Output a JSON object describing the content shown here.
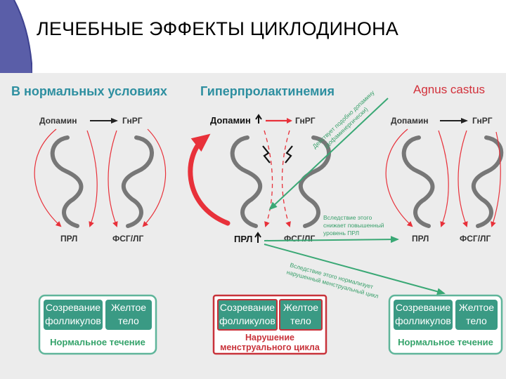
{
  "title": "ЛЕЧЕБНЫЕ  ЭФФЕКТЫ  ЦИКЛОДИНОНА",
  "colors": {
    "accent": "#2e8fa0",
    "arrow_red": "#e8313a",
    "arrow_green": "#3aa875",
    "box_fill": "#3a9a84"
  },
  "panels": {
    "normal": {
      "heading": "В нормальных условиях",
      "dopamine": "Допамин",
      "gnrg": "ГнРГ",
      "prl": "ПРЛ",
      "fsg": "ФСГ/ЛГ",
      "box_left": [
        "Созревание",
        "фолликулов"
      ],
      "box_right": [
        "Желтое",
        "тело"
      ],
      "flow": "Нормальное течение"
    },
    "hyper": {
      "heading": "Гиперпролактинемия",
      "dopamine": "Допамин",
      "gnrg": "ГнРГ",
      "prl": "ПРЛ",
      "fsg": "ФСГ/ЛГ",
      "box_left": [
        "Созревание",
        "фолликулов"
      ],
      "box_right": [
        "Желтое",
        "тело"
      ],
      "flow": [
        "Нарушение",
        "менструального цикла"
      ]
    },
    "agnus": {
      "heading": "Agnus castus",
      "dopamine": "Допамин",
      "gnrg": "ГнРГ",
      "prl": "ПРЛ",
      "fsg": "ФСГ/ЛГ",
      "box_left": [
        "Созревание",
        "фолликулов"
      ],
      "box_right": [
        "Желтое",
        "тело"
      ],
      "flow": "Нормальное течение"
    }
  },
  "notes": {
    "dopamine_like": [
      "Действует подобно допамину",
      "(дофаминергически)"
    ],
    "reduce_prl": [
      "Вследствие этого",
      "снижает повышенный",
      "уровень ПРЛ"
    ],
    "normalize": [
      "Вследствие этого нормализует",
      "нарушенный менструальный цикл"
    ]
  }
}
